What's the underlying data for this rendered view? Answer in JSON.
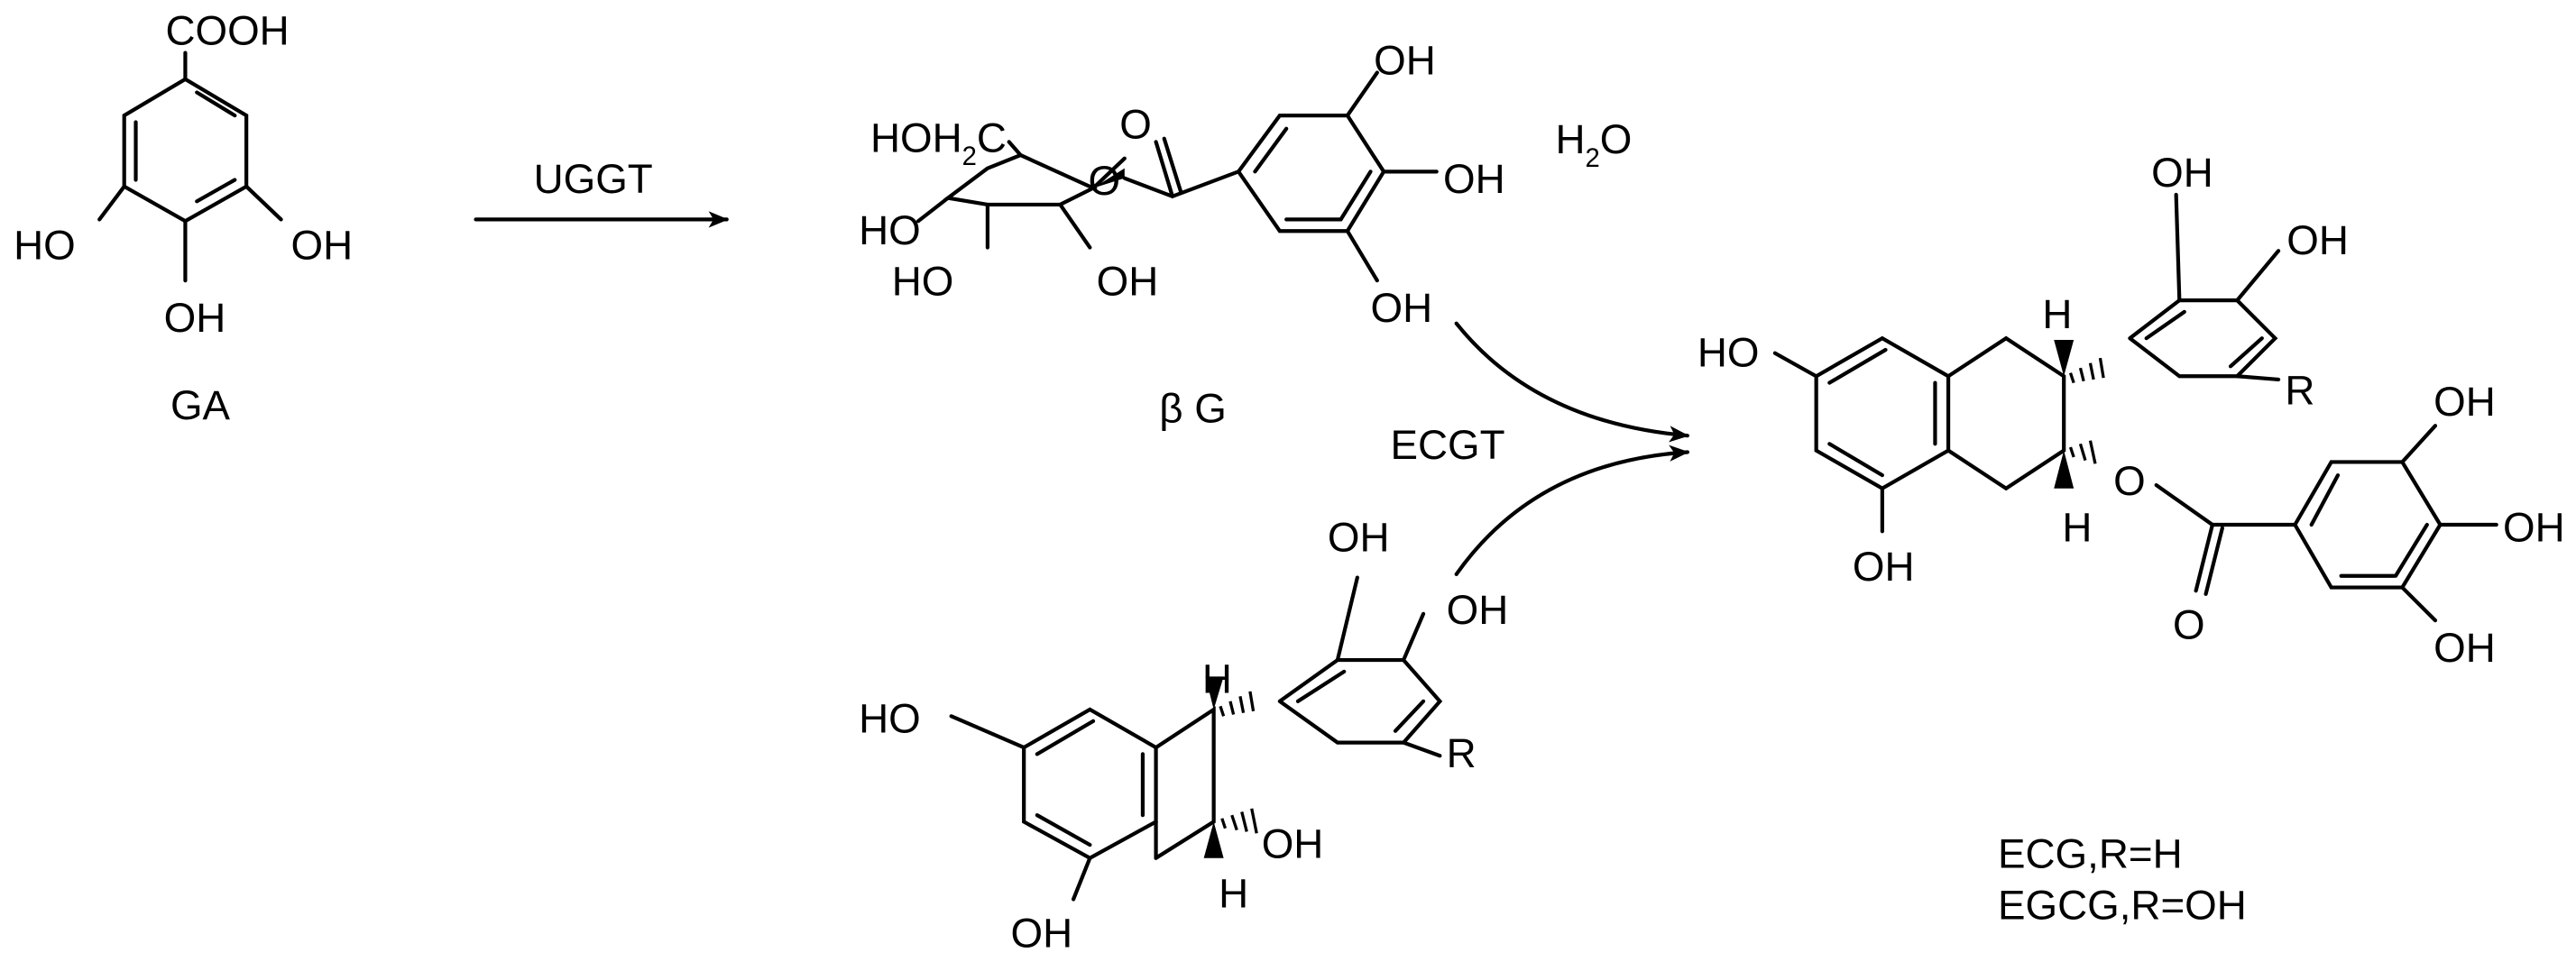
{
  "reaction": {
    "step1_enzyme": "UGGT",
    "step2_enzyme": "ECGT",
    "byproduct": {
      "main": "H",
      "subscript": "2",
      "tail": "O"
    }
  },
  "gallic_acid": {
    "name": "GA",
    "cooh": "COOH",
    "oh_left": "HO",
    "oh_right": "OH",
    "oh_bottom": "OH"
  },
  "beta_glucogallin": {
    "name": "β G",
    "hoh2c": {
      "main": "HOH",
      "subscript": "2",
      "tail": "C"
    },
    "ring_o": "O",
    "carbonyl_o": "O",
    "ho_c4": "HO",
    "ho_c3": "HO",
    "oh_c2": "OH",
    "oh_top": "OH",
    "oh_mid": "OH",
    "oh_bottom": "OH"
  },
  "catechin": {
    "ho_left": "HO",
    "oh_bottom": "OH",
    "h_top": "H",
    "h_bottom": "H",
    "oh_c3": "OH",
    "oh_b1": "OH",
    "oh_b2": "OH",
    "r": "R"
  },
  "galloylated_product": {
    "ho_left": "HO",
    "oh_bottom": "OH",
    "h_top": "H",
    "h_bottom": "H",
    "ester_o": "O",
    "carbonyl_o": "O",
    "oh_b1": "OH",
    "oh_b2": "OH",
    "r": "R",
    "oh_g1": "OH",
    "oh_g2": "OH",
    "oh_g3": "OH",
    "legend_ecg": "ECG,R=H",
    "legend_egcg": "EGCG,R=OH"
  }
}
